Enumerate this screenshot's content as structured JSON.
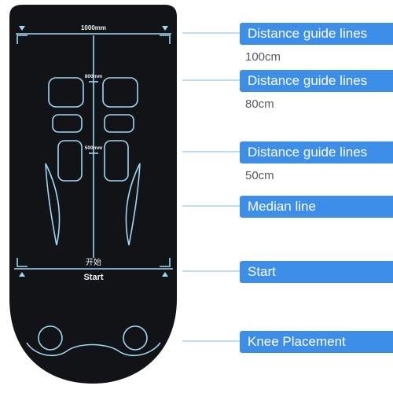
{
  "mat": {
    "top_width_label": "1000mm",
    "mark_800": "800mm",
    "mark_500": "500mm",
    "start_cn": "开始",
    "start_en": "Start",
    "mat_color": "#111316",
    "line_color": "#9fd6f2"
  },
  "callouts": [
    {
      "title": "Distance guide lines",
      "sub": "100cm"
    },
    {
      "title": "Distance guide lines",
      "sub": "80cm"
    },
    {
      "title": "Distance guide lines",
      "sub": "50cm"
    },
    {
      "title": "Median line",
      "sub": ""
    },
    {
      "title": "Start",
      "sub": ""
    },
    {
      "title": "Knee Placement",
      "sub": ""
    }
  ],
  "accent_color": "#3d8ee8"
}
